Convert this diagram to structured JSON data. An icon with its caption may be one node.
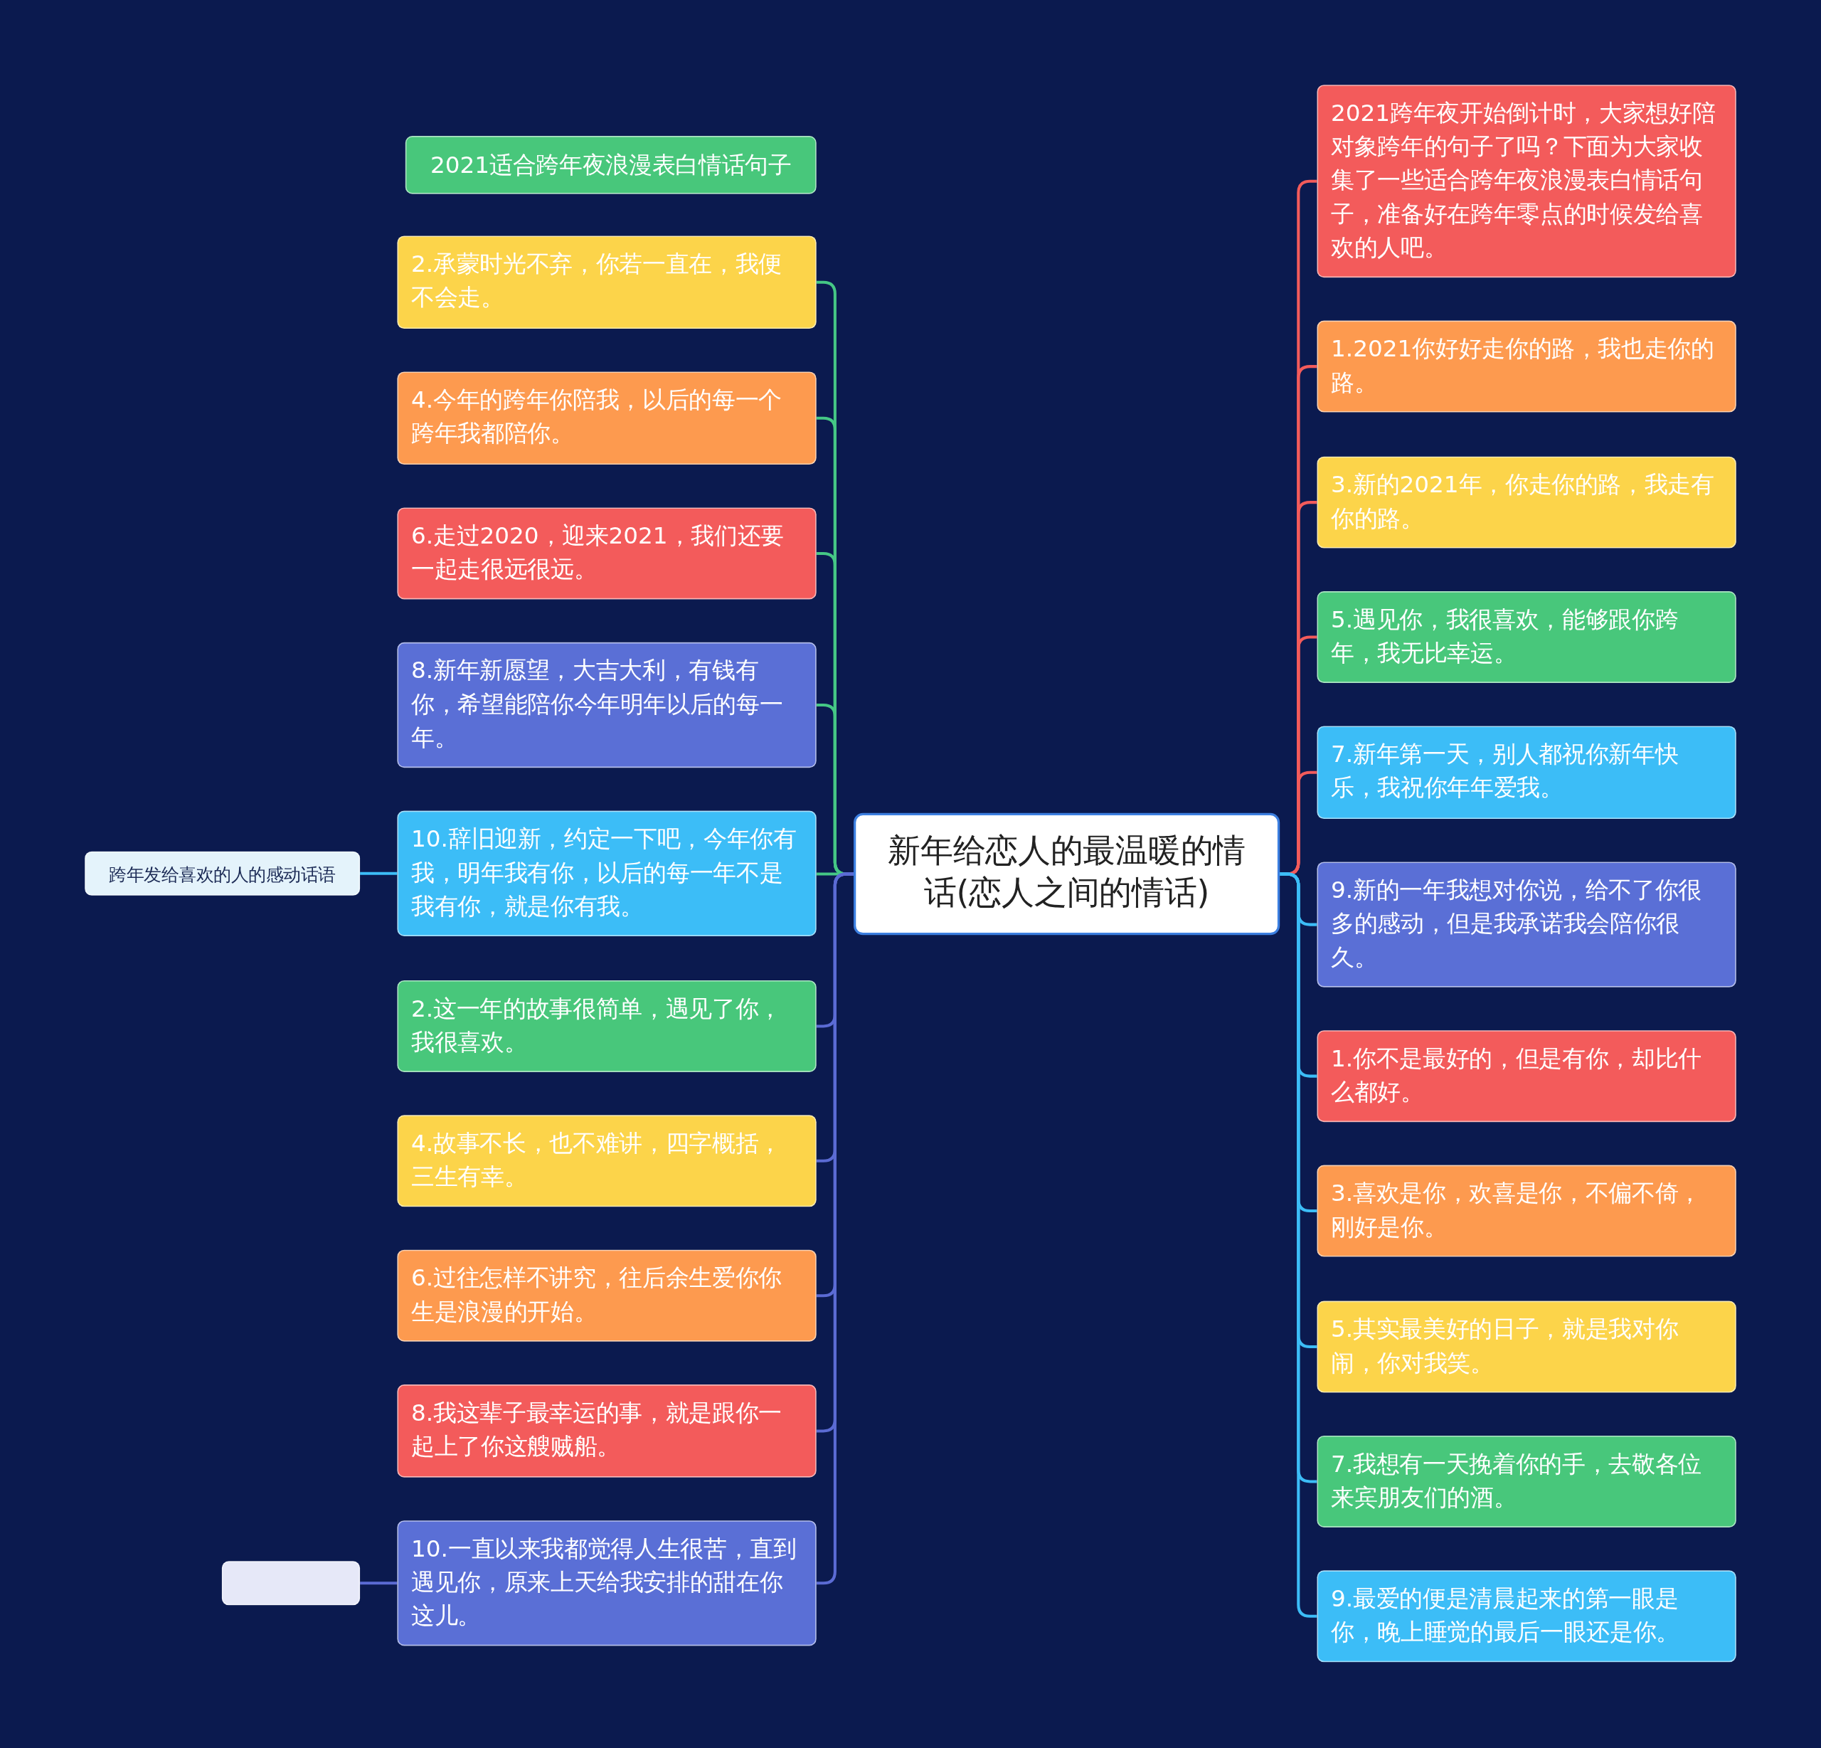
{
  "diagram": {
    "nodes": [
      {
        "text": [
          "新年给恋人的最温暖的情话(恋人之间的情话)"
        ]
      },
      {
        "text": [
          "2021适合跨年夜浪漫表白情话句子"
        ]
      },
      {
        "text": [
          "2.承蒙时光不弃，你若一直在，我便不会走。"
        ]
      },
      {
        "text": [
          "4.今年的跨年你陪我，以后的每一个跨年我都陪你。"
        ]
      },
      {
        "text": [
          "6.走过2020，迎来2021，我们还要一起走很远很远。"
        ]
      },
      {
        "text": [
          "8.新年新愿望，大吉大利，有钱有你，希望能陪你今年明年以后的每一年。"
        ]
      },
      {
        "text": [
          "10.辞旧迎新，约定一下吧，今年你有我，明年我有你，以后的每一年不是我有你，就是你有我。"
        ]
      },
      {
        "text": [
          "2.这一年的故事很简单，遇见了你，我很喜欢。"
        ]
      },
      {
        "text": [
          "4.故事不长，也不难讲，四字概括，三生有幸。"
        ]
      },
      {
        "text": [
          "6.过往怎样不讲究，往后余生爱你你生是浪漫的开始。"
        ]
      },
      {
        "text": [
          "8.我这辈子最幸运的事，就是跟你一起上了你这艘贼船。"
        ]
      },
      {
        "text": [
          "10.一直以来我都觉得人生很苦，直到遇见你，原来上天给我安排的甜在你这儿。"
        ]
      },
      {
        "text": [
          "2021跨年夜开始倒计时，大家想好陪对象跨年的句子了吗？下面为大家收集了一些适合跨年夜浪漫表白情话句子，准备好在跨年零点的时候发给喜欢的人吧。"
        ]
      },
      {
        "text": [
          "1.2021你好好走你的路，我也走你的路。"
        ]
      },
      {
        "text": [
          "3.新的2021年，你走你的路，我走有你的路。"
        ]
      },
      {
        "text": [
          "5.遇见你，我很喜欢，能够跟你跨年，我无比幸运。"
        ]
      },
      {
        "text": [
          "7.新年第一天，别人都祝你新年快乐，我祝你年年爱我。"
        ]
      },
      {
        "text": [
          "9.新的一年我想对你说，给不了你很多的感动，但是我承诺我会陪你很久。"
        ]
      },
      {
        "text": [
          "1.你不是最好的，但是有你，却比什么都好。"
        ]
      },
      {
        "text": [
          "3.喜欢是你，欢喜是你，不偏不倚，刚好是你。"
        ]
      },
      {
        "text": [
          "5.其实最美好的日子，就是我对你闹，你对我笑。"
        ]
      },
      {
        "text": [
          "7.我想有一天挽着你的手，去敬各位来宾朋友们的酒。"
        ]
      },
      {
        "text": [
          "9.最爱的便是清晨起来的第一眼是你，晚上睡觉的最后一眼还是你。"
        ]
      },
      {
        "text": [
          "跨年发给喜欢的人的感动话语"
        ]
      },
      {
        "text": [],
        "shape": "box"
      }
    ],
    "edges": [
      {
        "from": 0,
        "to": 2,
        "arrow": "none",
        "color": "#45c785"
      },
      {
        "from": 0,
        "to": 3,
        "arrow": "none",
        "color": "#45c785"
      },
      {
        "from": 0,
        "to": 4,
        "arrow": "none",
        "color": "#45c785"
      },
      {
        "from": 0,
        "to": 5,
        "arrow": "none",
        "color": "#45c785"
      },
      {
        "from": 0,
        "to": 6,
        "arrow": "none",
        "color": "#45c785"
      },
      {
        "from": 0,
        "to": 7,
        "arrow": "none",
        "color": "#5b6bd4"
      },
      {
        "from": 0,
        "to": 8,
        "arrow": "none",
        "color": "#5b6bd4"
      },
      {
        "from": 0,
        "to": 9,
        "arrow": "none",
        "color": "#5b6bd4"
      },
      {
        "from": 0,
        "to": 10,
        "arrow": "none",
        "color": "#5b6bd4"
      },
      {
        "from": 0,
        "to": 11,
        "arrow": "none",
        "color": "#5b6bd4"
      },
      {
        "from": 0,
        "to": 12,
        "arrow": "none",
        "color": "#f35b5b"
      },
      {
        "from": 0,
        "to": 13,
        "arrow": "none",
        "color": "#f35b5b"
      },
      {
        "from": 0,
        "to": 14,
        "arrow": "none",
        "color": "#f35b5b"
      },
      {
        "from": 0,
        "to": 15,
        "arrow": "none",
        "color": "#f35b5b"
      },
      {
        "from": 0,
        "to": 16,
        "arrow": "none",
        "color": "#f35b5b"
      },
      {
        "from": 0,
        "to": 17,
        "arrow": "none",
        "color": "#3cbdf7"
      },
      {
        "from": 0,
        "to": 18,
        "arrow": "none",
        "color": "#3cbdf7"
      },
      {
        "from": 0,
        "to": 19,
        "arrow": "none",
        "color": "#3cbdf7"
      },
      {
        "from": 0,
        "to": 20,
        "arrow": "none",
        "color": "#3cbdf7"
      },
      {
        "from": 0,
        "to": 21,
        "arrow": "none",
        "color": "#3cbdf7"
      },
      {
        "from": 0,
        "to": 22,
        "arrow": "none",
        "color": "#3cbdf7"
      },
      {
        "from": 6,
        "to": 23,
        "arrow": "none",
        "color": "#3cbdf7"
      },
      {
        "from": 11,
        "to": 24,
        "arrow": "none",
        "color": "#5b6bd4"
      }
    ]
  }
}
